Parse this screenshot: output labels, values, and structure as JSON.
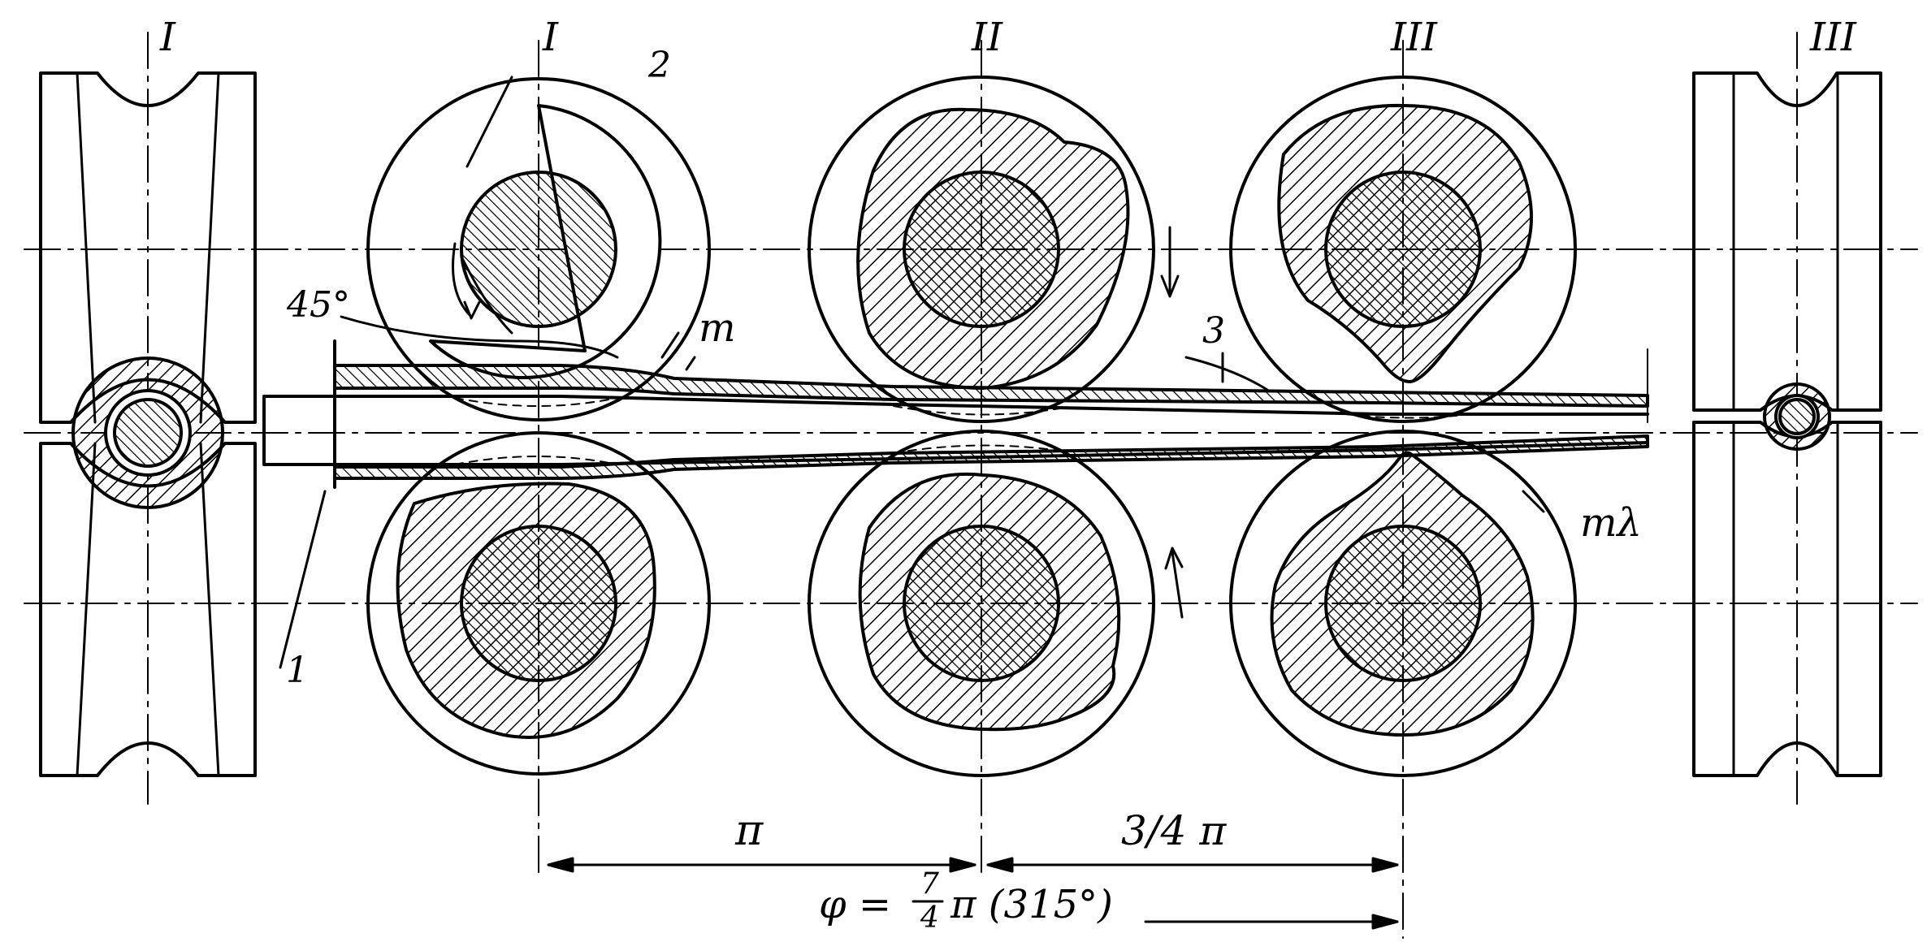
{
  "labels": {
    "section_left": "I",
    "section_right": "III",
    "stand_1": "I",
    "stand_2": "II",
    "stand_3": "III",
    "part_1": "1",
    "part_2": "2",
    "part_3": "3",
    "angle": "45°",
    "point_m": "m",
    "point_m_lambda": "mλ"
  },
  "dimensions": {
    "span_1": "π",
    "span_2": "3/4 π",
    "phi_prefix": "φ =",
    "phi_num": "7",
    "phi_den": "4",
    "phi_suffix": "π (315°)"
  }
}
